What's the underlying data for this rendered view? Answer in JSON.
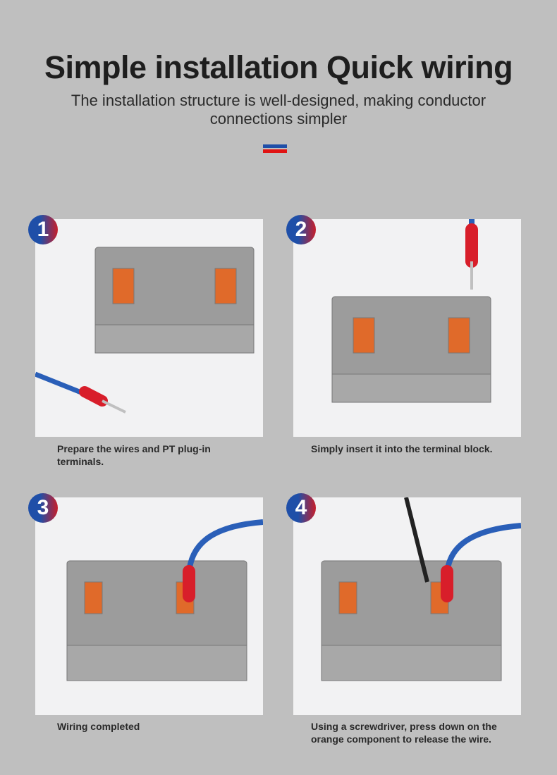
{
  "header": {
    "title": "Simple installation Quick wiring",
    "subtitle": "The installation structure is well-designed, making conductor connections simpler"
  },
  "colors": {
    "background": "#bfbfbf",
    "blue": "#1f4fa8",
    "red": "#e01414"
  },
  "steps": [
    {
      "number": "1",
      "caption": "Prepare the wires and PT plug-in terminals."
    },
    {
      "number": "2",
      "caption": "Simply insert it into the terminal block."
    },
    {
      "number": "3",
      "caption": "Wiring completed"
    },
    {
      "number": "4",
      "caption": "Using a screwdriver, press down on the orange component to release the wire."
    }
  ]
}
